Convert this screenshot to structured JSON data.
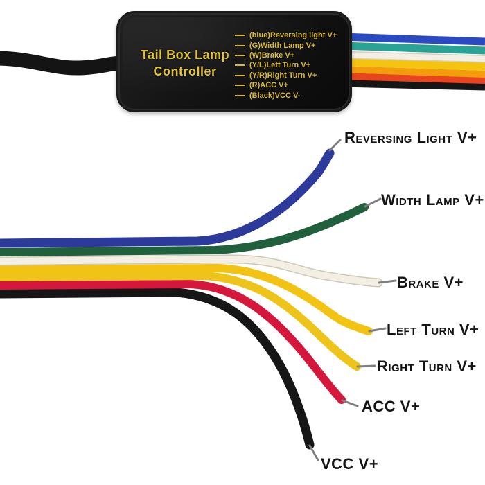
{
  "controller": {
    "title_line1": "Tail Box Lamp",
    "title_line2": "Controller",
    "text_color": "#d9b835",
    "body_color": "#141414",
    "pins": [
      "(blue)Reversing light V+",
      "(G)Width Lamp V+",
      "(W)Brake V+",
      "(Y/L)Left Turn V+",
      "(Y/R)Right Turn V+",
      "(R)ACC V+",
      "(Black)VCC V-"
    ]
  },
  "wires": {
    "input_cable": {
      "name": "power-input-cable",
      "color": "#141414"
    },
    "top_bundle": [
      {
        "name": "blue",
        "color": "#2b49c0"
      },
      {
        "name": "teal",
        "color": "#2aa394"
      },
      {
        "name": "white",
        "color": "#f3efe4"
      },
      {
        "name": "yellow",
        "color": "#f4c411"
      },
      {
        "name": "orange",
        "color": "#f39c0c"
      },
      {
        "name": "red",
        "color": "#e8441f"
      },
      {
        "name": "black",
        "color": "#161616"
      }
    ],
    "breakout": [
      {
        "label": "Reversing Light V+",
        "color": "#2c3a9c"
      },
      {
        "label": "Width Lamp V+",
        "color": "#20603c"
      },
      {
        "label": "Brake V+",
        "color": "#f3efe4"
      },
      {
        "label": "Left Turn V+",
        "color": "#f2c313"
      },
      {
        "label": "Right Turn V+",
        "color": "#eec31a"
      },
      {
        "label": "ACC V+",
        "color": "#d6173c"
      },
      {
        "label": "VCC V+",
        "color": "#161616"
      }
    ],
    "tip_color": "#7f7f7f"
  }
}
